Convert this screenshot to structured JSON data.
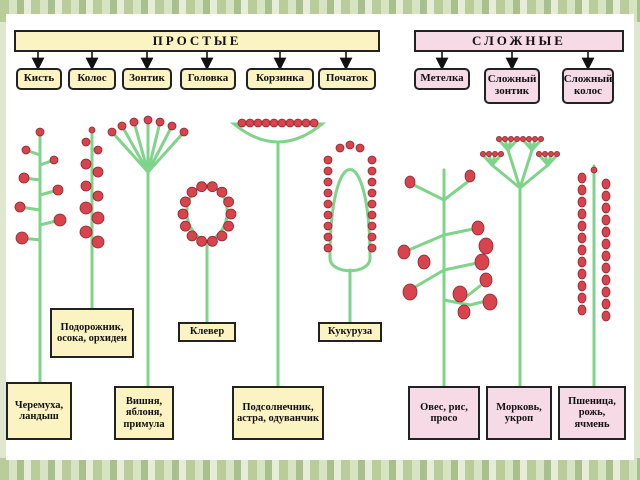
{
  "headers": {
    "simple": "ПРОСТЫЕ",
    "complex": "СЛОЖНЫЕ"
  },
  "types": {
    "kist": "Кисть",
    "kolos": "Колос",
    "zontik": "Зонтик",
    "golovka": "Головка",
    "korzinka": "Корзинка",
    "pochatok": "Початок",
    "metelka": "Метелка",
    "slozhny_zontik": "Сложный зонтик",
    "slozhny_kolos": "Сложный колос"
  },
  "examples": {
    "cheremukha": "Черемуха, ландыш",
    "podorozhnik": "Подорожник, осока, орхидеи",
    "vishnya": "Вишня, яблоня, примула",
    "klever": "Клевер",
    "podsolnechnik": "Подсолнечник, астра, одуванчик",
    "kukuruza": "Кукуруза",
    "oves": "Овес, рис, просо",
    "morkov": "Морковь, укроп",
    "pshenitsa": "Пшеница, рожь, ячмень"
  },
  "colors": {
    "stem": "#7fd38a",
    "flower": "#d9434e",
    "flower_outline": "#8a2a30",
    "simple_box": "#fbf3c2",
    "complex_box": "#f6dbe6"
  }
}
